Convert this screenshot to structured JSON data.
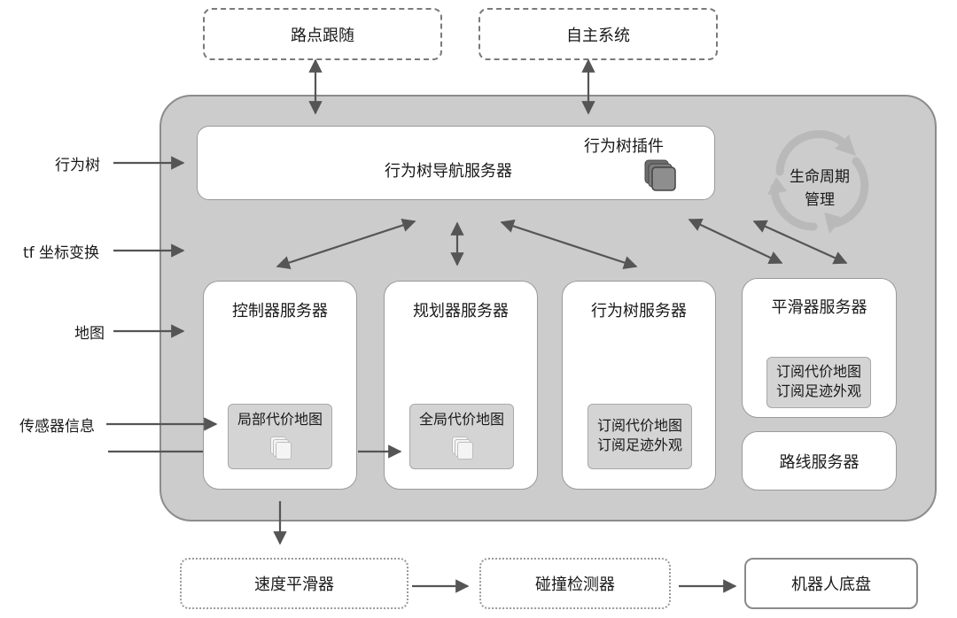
{
  "top": {
    "waypoint_following": "路点跟随",
    "autonomy_system": "自主系统"
  },
  "inputs": {
    "behavior_tree": "行为树",
    "tf_transform": "tf 坐标变换",
    "map": "地图",
    "sensor_info": "传感器信息"
  },
  "bt_navigator": {
    "title": "行为树导航服务器",
    "plugins": "行为树插件"
  },
  "lifecycle": {
    "line1": "生命周期",
    "line2": "管理"
  },
  "servers": {
    "controller": {
      "title": "控制器服务器",
      "sub": "局部代价地图"
    },
    "planner": {
      "title": "规划器服务器",
      "sub": "全局代价地图"
    },
    "behavior": {
      "title": "行为树服务器",
      "sub_line1": "订阅代价地图",
      "sub_line2": "订阅足迹外观"
    },
    "smoother": {
      "title": "平滑器服务器",
      "sub_line1": "订阅代价地图",
      "sub_line2": "订阅足迹外观"
    },
    "route": {
      "title": "路线服务器"
    }
  },
  "bottom": {
    "velocity_smoother": "速度平滑器",
    "collision_monitor": "碰撞检测器",
    "robot_base": "机器人底盘"
  },
  "colors": {
    "container_fill": "#cccccc",
    "arrow": "#555555",
    "sub_box_fill": "#d4d4d4"
  }
}
